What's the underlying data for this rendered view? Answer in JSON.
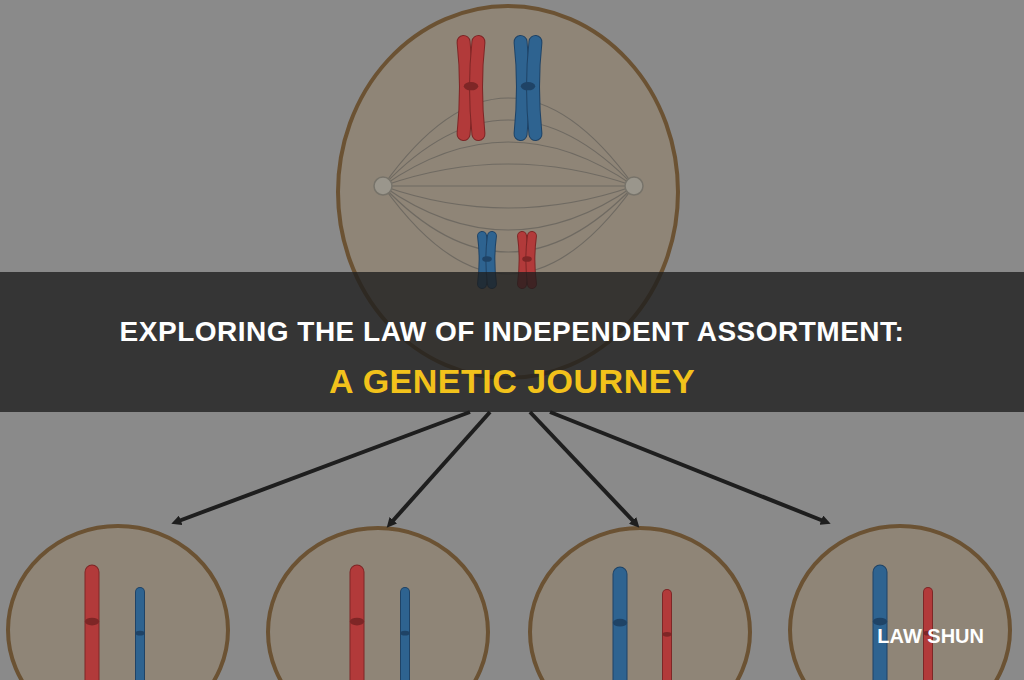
{
  "diagram": {
    "title": "EXPLORING THE LAW OF INDEPENDENT ASSORTMENT:",
    "labels": [
      "A GENETIC JOURNEY",
      "LAW SHUN"
    ]
  }
}
